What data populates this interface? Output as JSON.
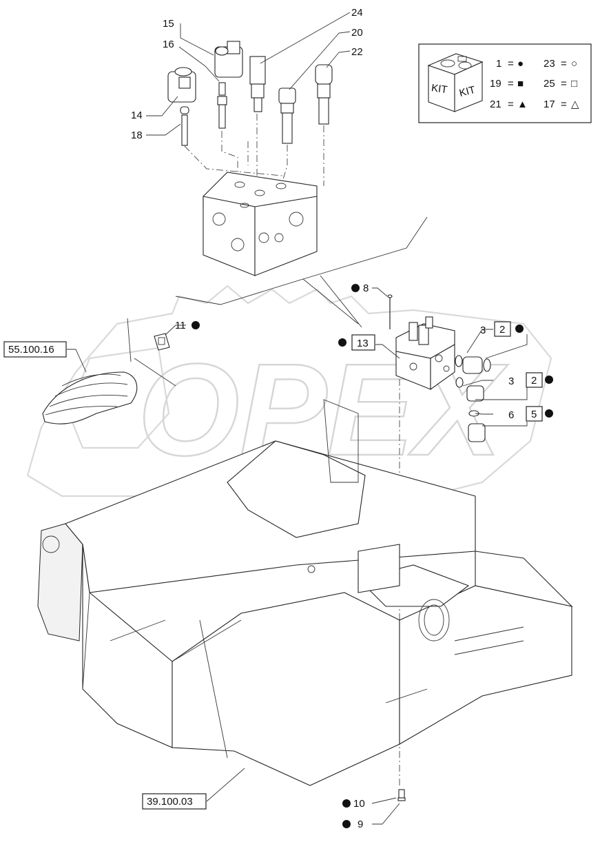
{
  "watermark": "OPEX",
  "kit": {
    "box_text_1": "KIT",
    "box_text_2": "KIT",
    "legend": [
      {
        "num": "1",
        "eq": "=",
        "symbol": "●"
      },
      {
        "num": "23",
        "eq": "=",
        "symbol": "○"
      },
      {
        "num": "19",
        "eq": "=",
        "symbol": "■"
      },
      {
        "num": "25",
        "eq": "=",
        "symbol": "□"
      },
      {
        "num": "21",
        "eq": "=",
        "symbol": "▲"
      },
      {
        "num": "17",
        "eq": "=",
        "symbol": "△"
      }
    ]
  },
  "callouts": {
    "c15": "15",
    "c16": "16",
    "c14": "14",
    "c18": "18",
    "c24": "24",
    "c20": "20",
    "c22": "22",
    "c8": "8",
    "c11": "11",
    "c13": "13",
    "c3a": "3",
    "c2a": "2",
    "c3b": "3",
    "c2b": "2",
    "c6": "6",
    "c5": "5",
    "c10": "10",
    "c9": "9"
  },
  "references": {
    "ref_left": "55.100.16",
    "ref_bottom": "39.100.03"
  },
  "bullet": "●"
}
